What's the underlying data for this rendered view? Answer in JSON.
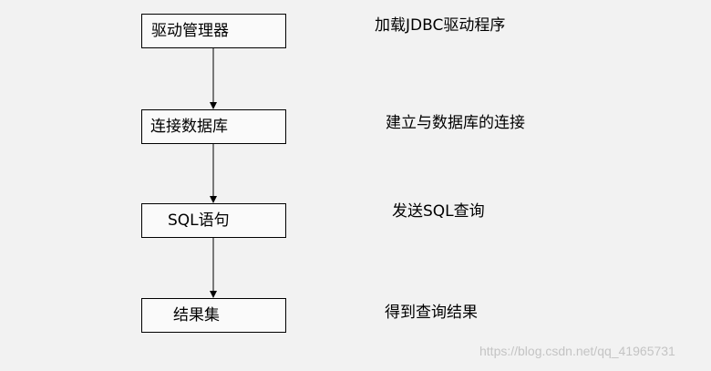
{
  "flow_steps": [
    {
      "label": "驱动管理器",
      "description": "加载JDBC驱动程序"
    },
    {
      "label": "连接数据库",
      "description": "建立与数据库的连接"
    },
    {
      "label": "SQL语句",
      "description": "发送SQL查询"
    },
    {
      "label": "结果集",
      "description": "得到查询结果"
    }
  ],
  "watermark": "https://blog.csdn.net/qq_41965731"
}
